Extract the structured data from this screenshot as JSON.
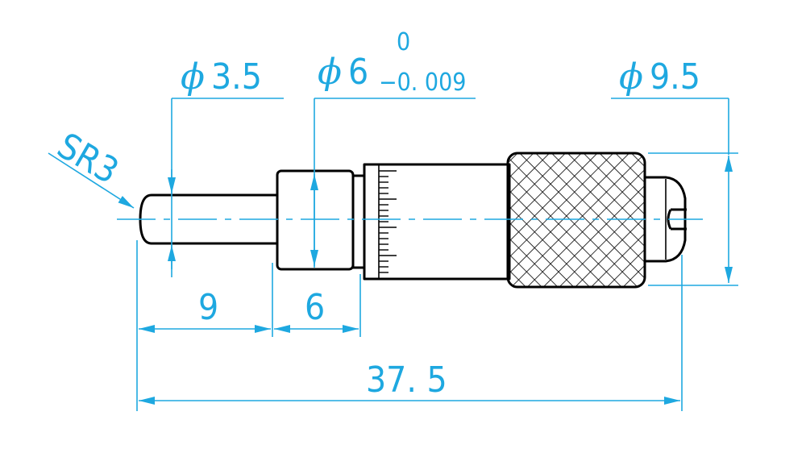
{
  "colors": {
    "dimension": "#1ea8e0",
    "part": "#000000",
    "background": "#ffffff"
  },
  "labels": {
    "spindle_diameter": {
      "symbol": "ϕ",
      "value": "3.5"
    },
    "sleeve_diameter": {
      "symbol": "ϕ",
      "value": "6",
      "tol_upper": "0",
      "tol_lower": "−0. 009"
    },
    "thimble_diameter": {
      "symbol": "ϕ",
      "value": "9.5"
    },
    "tip_radius": "SR3",
    "spindle_length": "9",
    "sleeve_length": "6",
    "overall_length": "37. 5"
  }
}
